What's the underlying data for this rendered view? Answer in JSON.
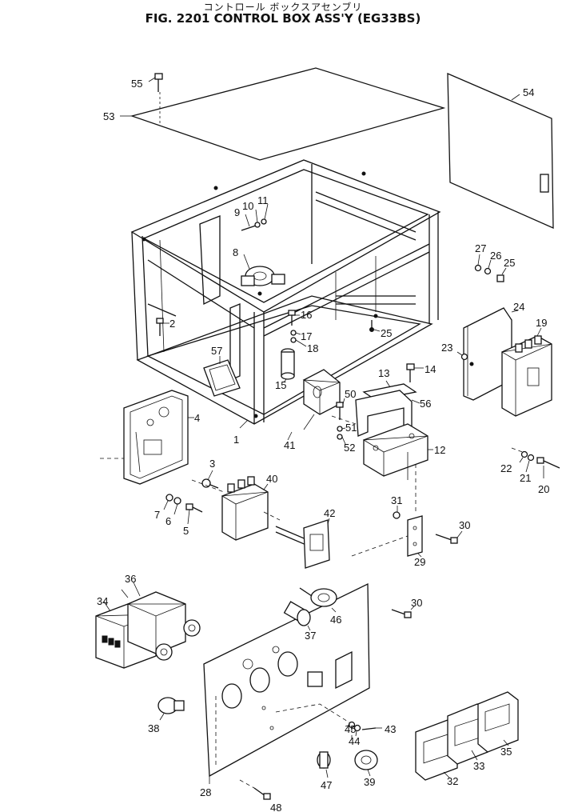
{
  "header": {
    "title_jp": "コントロール ボックスアセンブリ",
    "title_en": "FIG. 2201  CONTROL BOX ASS'Y (EG33BS)"
  },
  "callouts": {
    "c1": "1",
    "c2": "2",
    "c3": "3",
    "c4": "4",
    "c5": "5",
    "c6": "6",
    "c7": "7",
    "c8": "8",
    "c9": "9",
    "c10": "10",
    "c11": "11",
    "c12": "12",
    "c13": "13",
    "c14": "14",
    "c15": "15",
    "c16": "16",
    "c17": "17",
    "c18": "18",
    "c19": "19",
    "c20": "20",
    "c21": "21",
    "c22": "22",
    "c23": "23",
    "c24": "24",
    "c25a": "25",
    "c25b": "25",
    "c26": "26",
    "c27": "27",
    "c28": "28",
    "c29": "29",
    "c30a": "30",
    "c30b": "30",
    "c31": "31",
    "c32": "32",
    "c33": "33",
    "c34": "34",
    "c35": "35",
    "c36": "36",
    "c37": "37",
    "c38": "38",
    "c39": "39",
    "c40": "40",
    "c41": "41",
    "c42": "42",
    "c43": "43",
    "c44": "44",
    "c45": "45",
    "c46": "46",
    "c47": "47",
    "c48": "48",
    "c50": "50",
    "c51": "51",
    "c52": "52",
    "c53": "53",
    "c54": "54",
    "c55": "55",
    "c56": "56",
    "c57": "57"
  }
}
